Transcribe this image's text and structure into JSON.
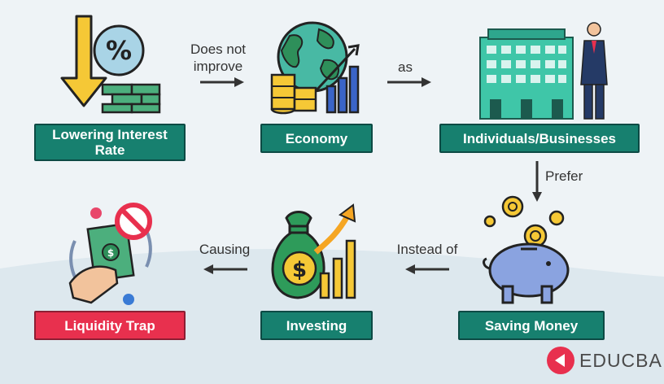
{
  "nodes": {
    "lowering": "Lowering Interest Rate",
    "economy": "Economy",
    "individuals": "Individuals/Businesses",
    "saving": "Saving Money",
    "investing": "Investing",
    "liquidity": "Liquidity Trap"
  },
  "edges": {
    "e1": "Does not improve",
    "e2": "as",
    "e3": "Prefer",
    "e4": "Instead of",
    "e5": "Causing"
  },
  "brand": {
    "name": "EDUCBA"
  },
  "colors": {
    "teal": "#17806f",
    "red": "#e8304e",
    "background": "#eef3f6"
  }
}
